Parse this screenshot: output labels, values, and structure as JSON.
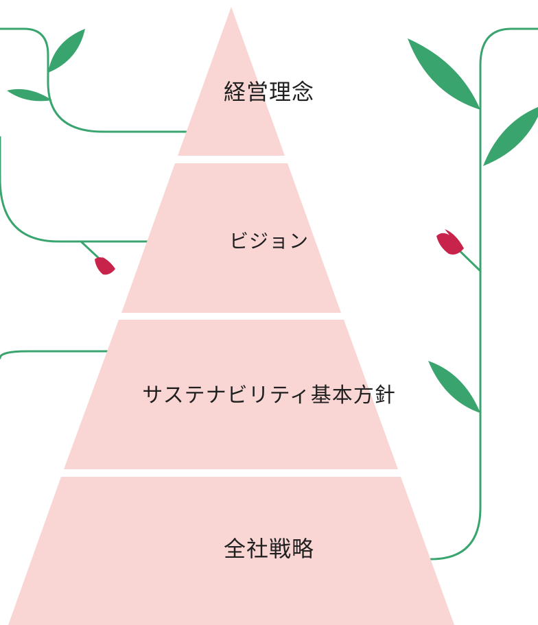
{
  "pyramid": {
    "tiers": [
      {
        "label": "経営理念"
      },
      {
        "label": "ビジョン"
      },
      {
        "label": "サステナビリティ基本方針"
      },
      {
        "label": "全社戦略"
      }
    ]
  },
  "colors": {
    "tier_fill": "#f9d6d4",
    "vine": "#3aa46f",
    "leaf": "#3aa46f",
    "bud": "#c8234a",
    "text": "#1f1f1f"
  }
}
